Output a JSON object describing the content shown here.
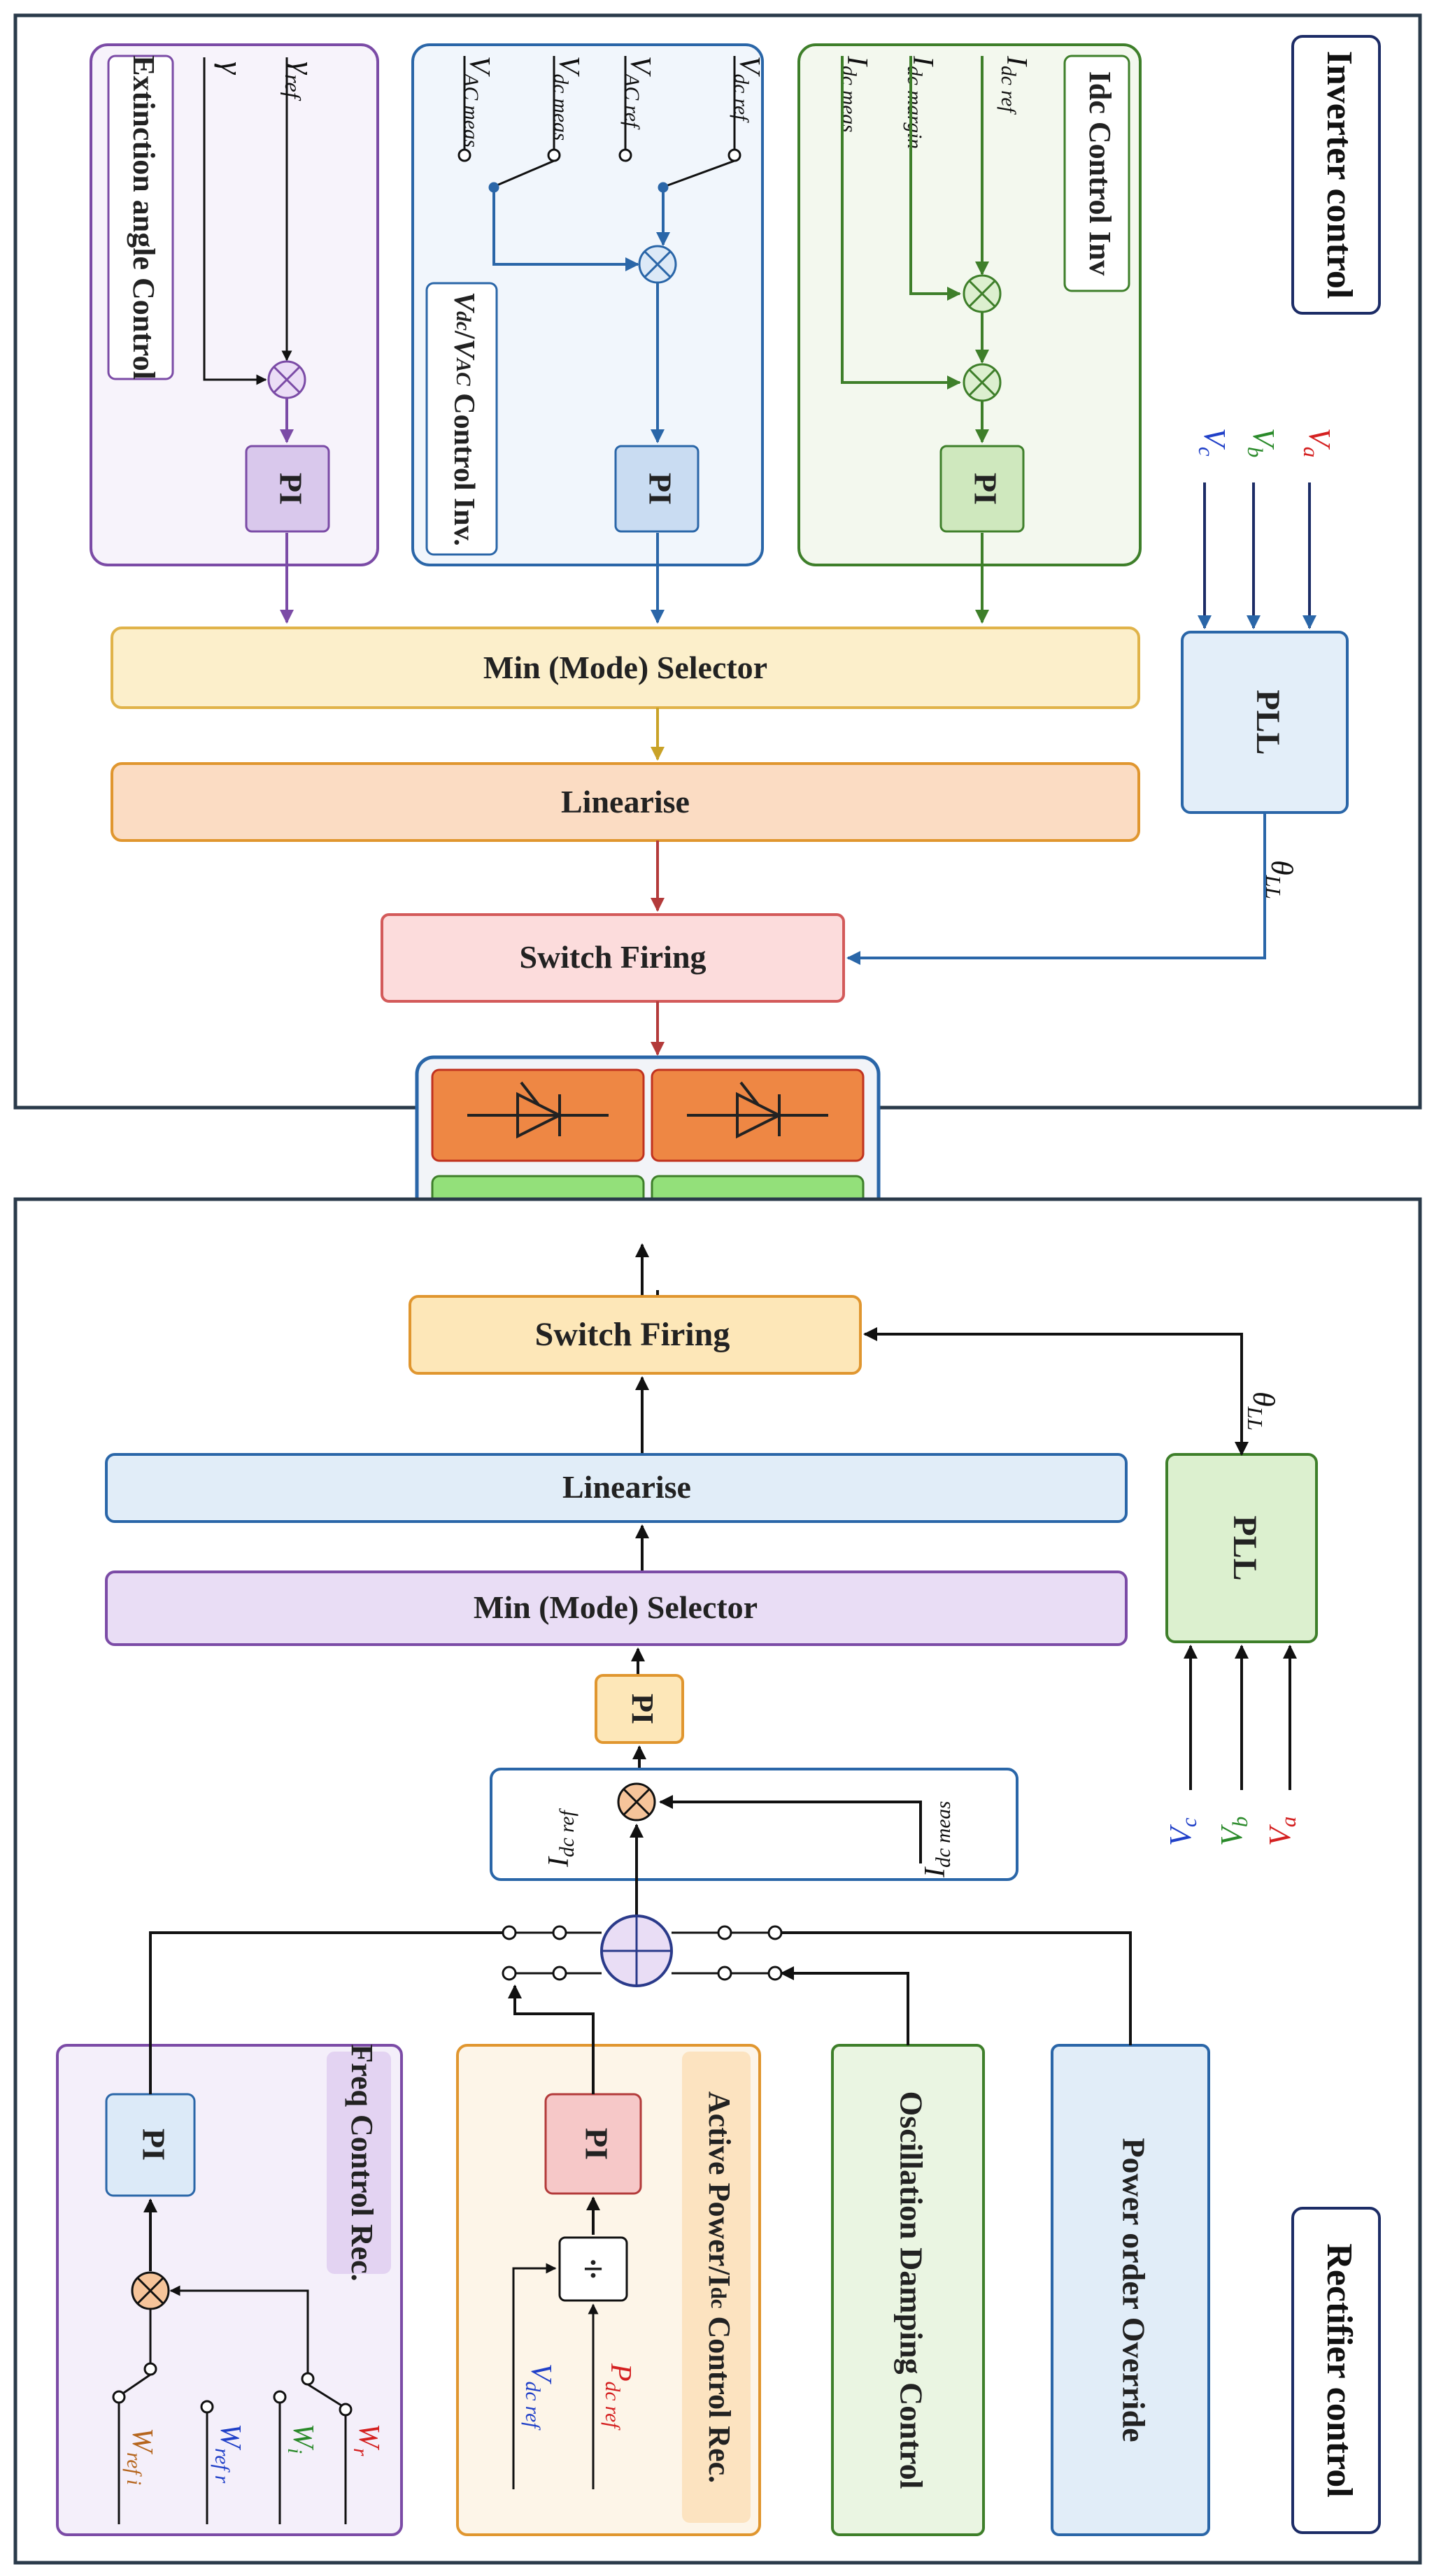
{
  "colors": {
    "purple": "#7B4BA6",
    "blue": "#2A66A8",
    "green": "#3E7F2A",
    "orange": "#E0962F",
    "red": "#B33A3A",
    "gold": "#C9A227",
    "navy": "#1C2C66",
    "thyristor_orange": "#EE8744",
    "thyristor_green": "#93E07A"
  },
  "inverter": {
    "title": "Inverter control",
    "extinction": {
      "label": "Extinction angle Control",
      "gamma_ref": "ref",
      "pi": "PI"
    },
    "vdc_vac": {
      "label_tail": "Control Inv.",
      "vdc_ref": "dc ref",
      "vac_ref": "AC ref",
      "vdc_meas": "dc meas",
      "vac_meas": "AC meas",
      "pi": "PI"
    },
    "idc": {
      "label": "Idc Control Inv",
      "idc_ref": "dc ref",
      "idc_margin": "dc margin",
      "idc_meas": "dc meas",
      "pi": "PI"
    },
    "min_selector": "Min (Mode) Selector",
    "linearise": "Linearise",
    "switch_firing": "Switch Firing",
    "pll": "PLL",
    "theta": "LL",
    "phases": [
      "a",
      "b",
      "c"
    ]
  },
  "rectifier": {
    "title": "Rectifier control",
    "freq": {
      "label": "Freq Control Rec.",
      "w_r": "r",
      "w_i": "i",
      "w_ref_r": "ref r",
      "w_ref_i": "ref i",
      "pi": "PI"
    },
    "active_power": {
      "label_head": "Active Power/I",
      "label_sub": "dc",
      "label_tail": "Control Rec.",
      "p_ref": "dc ref",
      "v_ref": "dc ref",
      "pi": "PI",
      "divide": "÷"
    },
    "oscillation": "Oscillation Damping Control",
    "power_override": "Power order Override",
    "idc_ref": "dc ref",
    "idc_meas": "dc meas",
    "pi": "PI",
    "min_selector": "Min (Mode) Selector",
    "linearise": "Linearise",
    "switch_firing": "Switch Firing",
    "pll": "PLL",
    "theta": "LL",
    "phases": [
      "a",
      "b",
      "c"
    ]
  }
}
